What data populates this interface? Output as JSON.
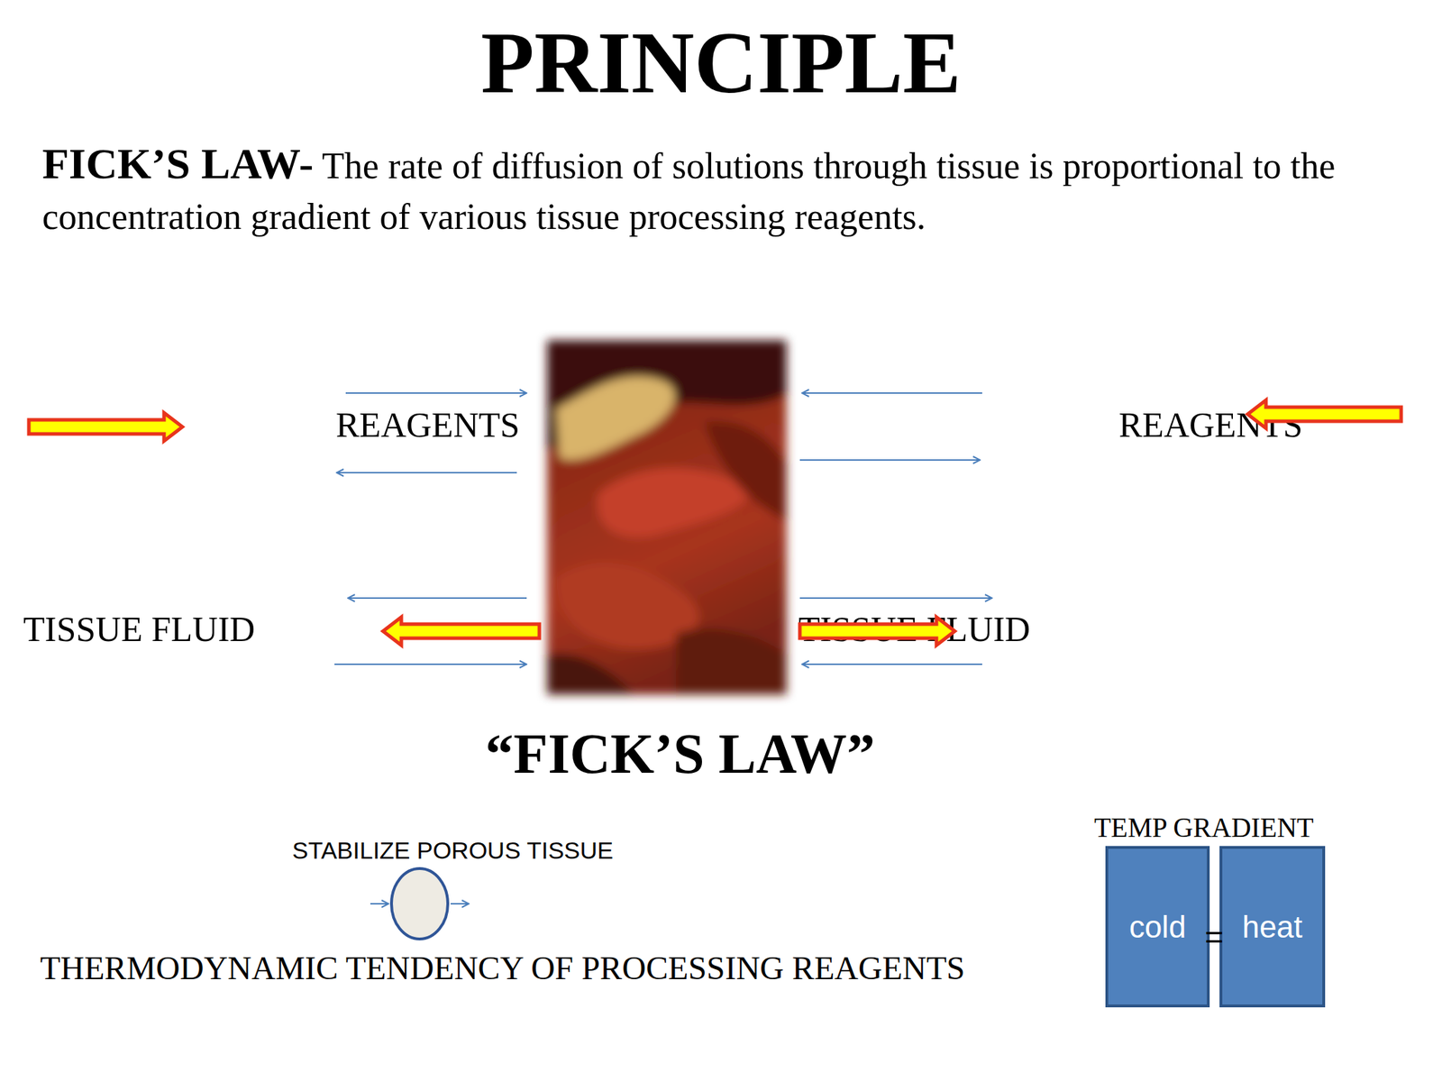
{
  "diagram": {
    "title": "PRINCIPLE",
    "caption": "“FICK’S LAW”",
    "nodes": [
      {
        "text": [
          "cold"
        ]
      },
      {
        "text": [
          "heat"
        ]
      }
    ],
    "labels": [
      "FICK’S LAW-",
      "The rate of diffusion of solutions through tissue is proportional to the concentration gradient of various tissue processing reagents.",
      "REAGENTS",
      "REAGENTS",
      "TISSUE FLUID",
      "TISSUE FLUID",
      "STABILIZE POROUS TISSUE",
      "THERMODYNAMIC TENDENCY OF PROCESSING REAGENTS",
      "TEMP GRADIENT",
      "="
    ]
  }
}
